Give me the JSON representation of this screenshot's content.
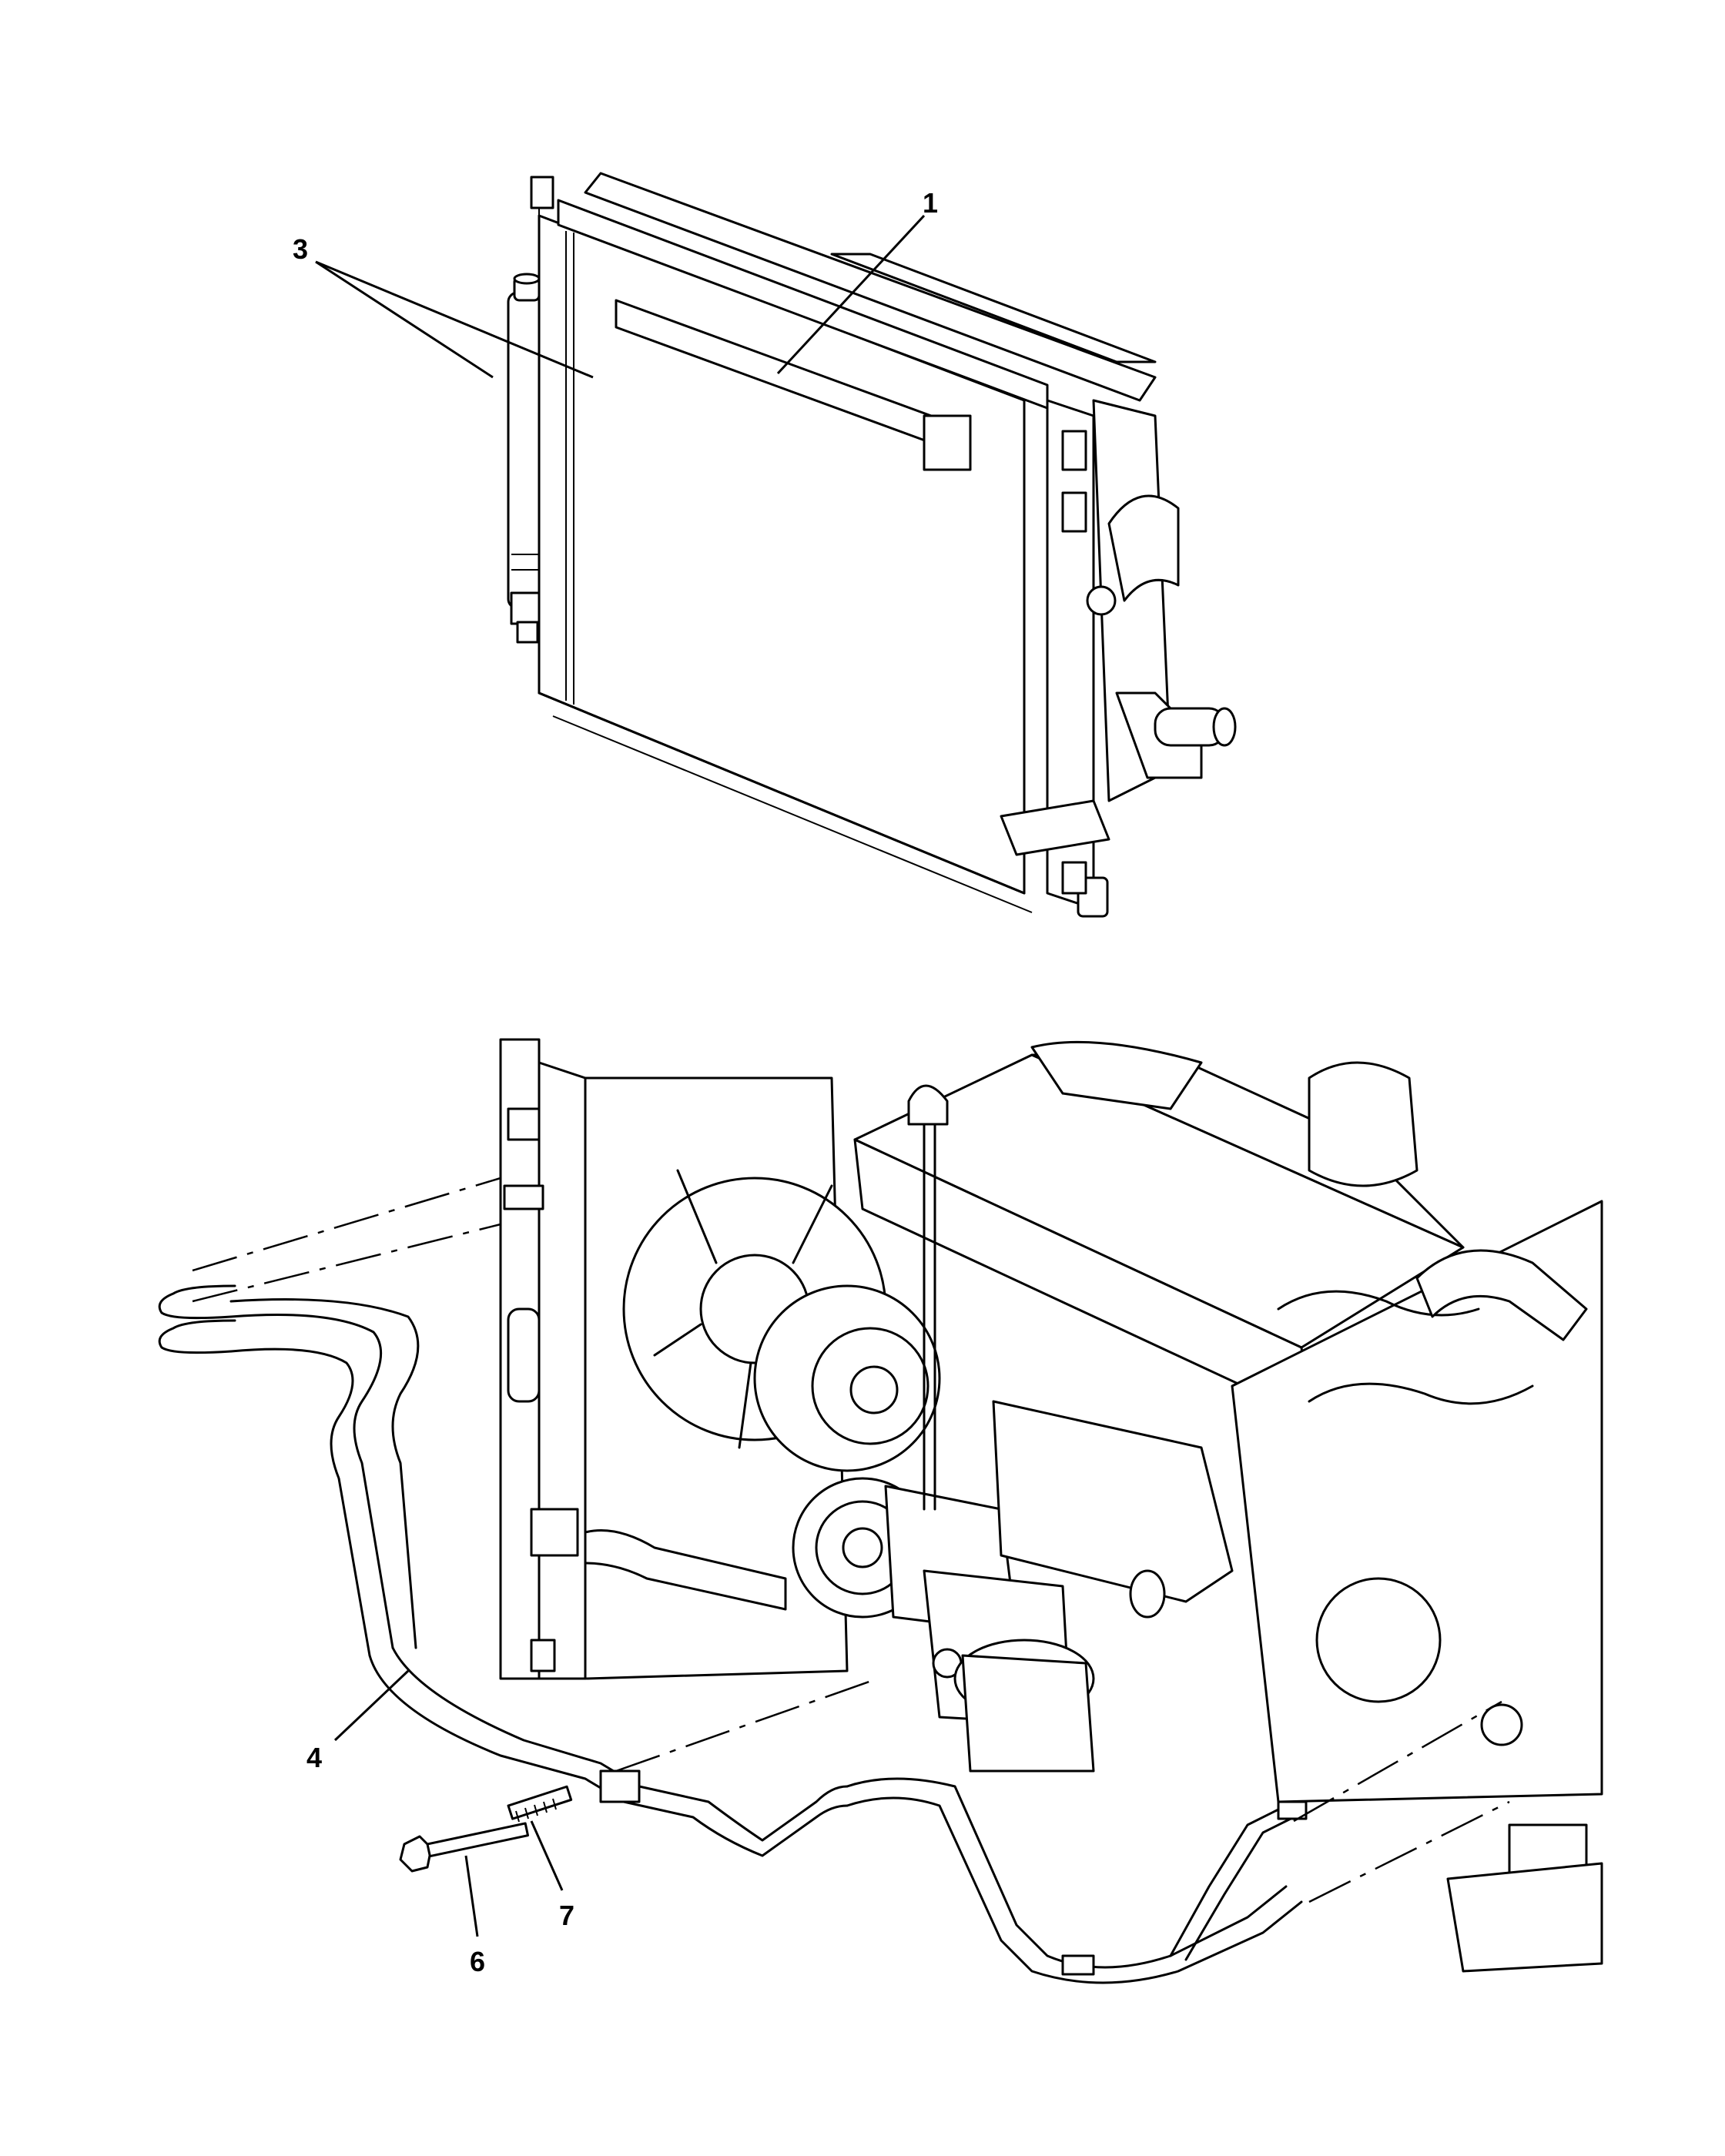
{
  "callouts": [
    {
      "id": "1",
      "text": "1"
    },
    {
      "id": "3",
      "text": "3"
    },
    {
      "id": "4",
      "text": "4"
    },
    {
      "id": "6",
      "text": "6"
    },
    {
      "id": "7",
      "text": "7"
    }
  ]
}
